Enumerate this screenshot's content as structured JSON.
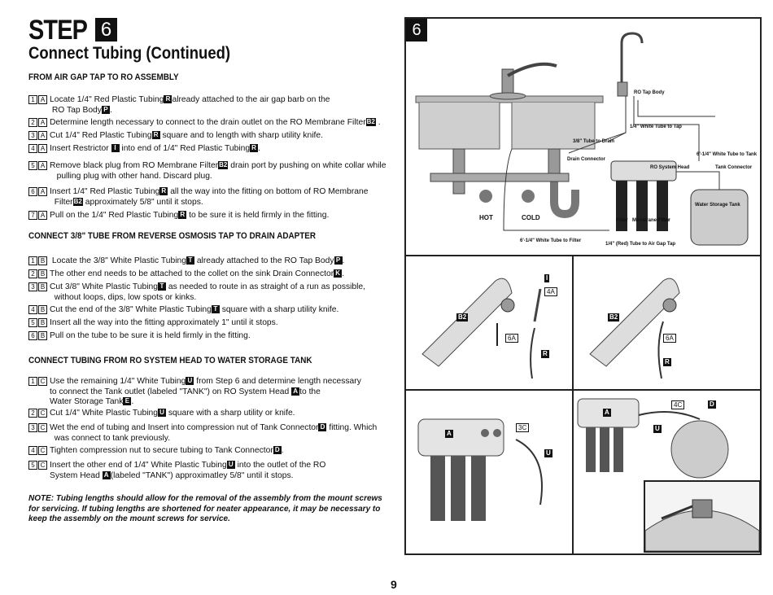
{
  "header": {
    "step_word": "STEP",
    "step_num": "6",
    "subtitle": "Connect Tubing (Continued)"
  },
  "sections": [
    {
      "title": "FROM AIR GAP TAP TO RO ASSEMBLY"
    },
    {
      "title": "CONNECT 3/8\" TUBE FROM REVERSE OSMOSIS TAP TO DRAIN ADAPTER"
    },
    {
      "title": "CONNECT TUBING FROM RO SYSTEM HEAD TO WATER STORAGE TANK"
    }
  ],
  "items": {
    "a1": {
      "n": "1",
      "l": "A",
      "t1": "Locate 1/4\" Red Plastic Tubing",
      "k1": "R",
      "t2": "already attached to the air gap barb on the",
      "t3": "RO Tap Body",
      "k2": "P",
      "t4": "."
    },
    "a2": {
      "n": "2",
      "l": "A",
      "t1": "Determine length necessary to connect to the drain outlet on the RO Membrane Filter",
      "k1": "B2",
      "t2": "."
    },
    "a3": {
      "n": "3",
      "l": "A",
      "t1": "Cut 1/4\" Red Plastic Tubing",
      "k1": "R",
      "t2": "square and to length with sharp utility knife."
    },
    "a4": {
      "n": "4",
      "l": "A",
      "t1": "Insert Restrictor",
      "k1": "I",
      "t2": "into end of 1/4\" Red Plastic Tubing",
      "k2": "R",
      "t3": "."
    },
    "a5": {
      "n": "5",
      "l": "A",
      "t1": "Remove black plug from RO Membrane Filter",
      "k1": "B2",
      "t2": "drain port by pushing on white collar while",
      "t3": "pulling plug with other hand. Discard plug."
    },
    "a6": {
      "n": "6",
      "l": "A",
      "t1": "Insert 1/4\" Red Plastic Tubing",
      "k1": "R",
      "t2": "all the way into the fitting on bottom of RO Membrane",
      "t3": "Filter",
      "k2": "B2",
      "t4": "approximately 5/8\" until it stops."
    },
    "a7": {
      "n": "7",
      "l": "A",
      "t1": "Pull on the 1/4\" Red Plastic Tubing",
      "k1": "R",
      "t2": "to be sure it is held firmly in the fitting."
    },
    "b1": {
      "n": "1",
      "l": "B",
      "t1": "Locate the 3/8\" White Plastic Tubing",
      "k1": "T",
      "t2": "already attached to the RO Tap Body",
      "k2": "P",
      "t3": "."
    },
    "b2": {
      "n": "2",
      "l": "B",
      "t1": "The other end needs to be attached to the collet on the sink Drain Connector",
      "k1": "K",
      "t2": "."
    },
    "b3": {
      "n": "3",
      "l": "B",
      "t1": "Cut 3/8\" White Plastic Tubing",
      "k1": "T",
      "t2": "as needed to route in as straight of a run as possible,",
      "t3": "without loops, dips, low spots or kinks."
    },
    "b4": {
      "n": "4",
      "l": "B",
      "t1": "Cut the end of the 3/8\" White Plastic Tubing",
      "k1": "T",
      "t2": "square with a sharp utility knife."
    },
    "b5": {
      "n": "5",
      "l": "B",
      "t1": "Insert all the way into the fitting approximately 1\" until it stops."
    },
    "b6": {
      "n": "6",
      "l": "B",
      "t1": "Pull on the tube to be sure it is held firmly in the fitting."
    },
    "c1": {
      "n": "1",
      "l": "C",
      "t1": "Use the remaining 1/4\" White Tubing",
      "k1": "U",
      "t2": "from Step 6 and determine length necessary",
      "t3": "to connect the Tank outlet (labeled \"TANK\") on RO System Head",
      "k2": "A",
      "t4": "to the",
      "t5": "Water Storage Tank",
      "k3": "E",
      "t6": "."
    },
    "c2": {
      "n": "2",
      "l": "C",
      "t1": "Cut 1/4\" White Plastic Tubing",
      "k1": "U",
      "t2": "square with a sharp utility or knife."
    },
    "c3": {
      "n": "3",
      "l": "C",
      "t1": "Wet the end of tubing and Insert into compression nut of Tank Connector",
      "k1": "D",
      "t2": "fitting. Which",
      "t3": "was connect to tank previously."
    },
    "c4": {
      "n": "4",
      "l": "C",
      "t1": "Tighten compression nut to secure tubing to Tank Connector",
      "k1": "D",
      "t2": "."
    },
    "c5": {
      "n": "5",
      "l": "C",
      "t1": "Insert the other end of 1/4\" White Plastic Tubing",
      "k1": "U",
      "t2": "into the outlet of the RO",
      "t3": "System Head",
      "k2": "A",
      "t4": "(labeled \"TANK\") approximatley 5/8\" until it stops."
    }
  },
  "note": "NOTE: Tubing lengths should allow for the removal of the assembly from the mount screws for servicing. If tubing lengths are shortened for neater appearance, it may be necessary to keep the assembly on the mount screws for service.",
  "page_number": "9",
  "diagram": {
    "step": "6",
    "labels": {
      "ro_tap_body": "RO Tap Body",
      "white_tube_to_tap": "1/4\" White Tube to Tap",
      "tube_to_drain": "3/8\" Tube to Drain",
      "drain_connector": "Drain Connector",
      "ro_system_head": "RO System Head",
      "white_tube_to_tank": "6'-1/4\" White Tube to Tank",
      "tank_connector": "Tank Connector",
      "water_storage_tank": "Water Storage Tank",
      "hot": "HOT",
      "cold": "COLD",
      "filter": "Filter",
      "membrane_filter": "Membrane Filter",
      "white_tube_to_filter": "6'-1/4\" White Tube to Filter",
      "red_tube_to_air_gap": "1/4\" (Red) Tube to Air Gap Tap"
    },
    "tags": {
      "b2": "B2",
      "i": "I",
      "four_a": "4A",
      "six_a": "6A",
      "r": "R",
      "three_c": "3C",
      "a": "A",
      "u": "U",
      "four_c": "4C",
      "d": "D"
    }
  }
}
